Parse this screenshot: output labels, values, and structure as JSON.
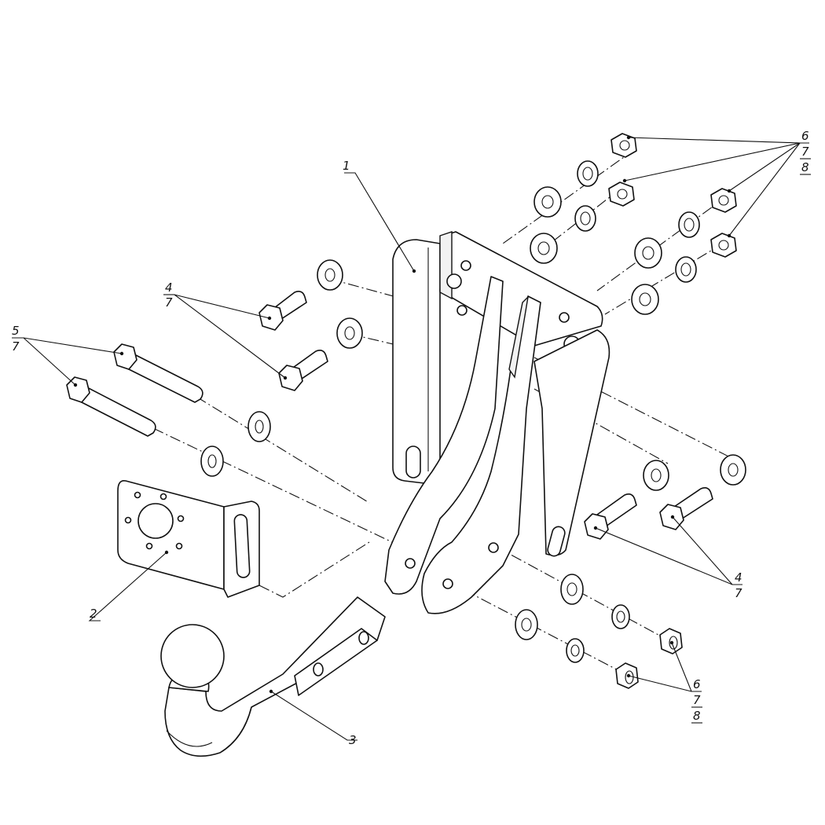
{
  "callouts": {
    "part1": {
      "number": "1"
    },
    "part2": {
      "number": "2"
    },
    "part3": {
      "number": "3"
    },
    "bolts_left_top": {
      "lines": [
        "4",
        "7"
      ]
    },
    "bolts_left_long": {
      "lines": [
        "5",
        "7"
      ]
    },
    "bolts_right": {
      "lines": [
        "4",
        "7"
      ]
    },
    "nuts_top": {
      "lines": [
        "6",
        "7",
        "8"
      ]
    },
    "nuts_bottom": {
      "lines": [
        "6",
        "7",
        "8"
      ]
    }
  },
  "colors": {
    "line": "#111111",
    "background": "#ffffff"
  }
}
